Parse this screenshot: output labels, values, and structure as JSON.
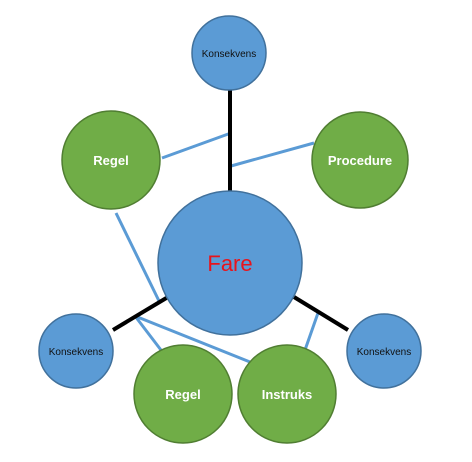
{
  "center": {
    "label": "Fare"
  },
  "nodes": {
    "konsekvens_top": "Konsekvens",
    "regel_top": "Regel",
    "procedure": "Procedure",
    "konsekvens_left": "Konsekvens",
    "regel_bottom": "Regel",
    "instruks": "Instruks",
    "konsekvens_right": "Konsekvens"
  },
  "colors": {
    "blue_fill": "#5b9bd5",
    "blue_stroke": "#41719c",
    "green_fill": "#70ad47",
    "green_stroke": "#507e32",
    "thin_line": "#5b9bd5",
    "thick_line": "#000000",
    "center_text": "#e8141c"
  }
}
